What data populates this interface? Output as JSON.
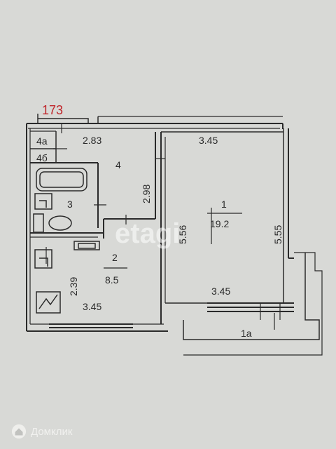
{
  "plan": {
    "apartment_number": "173",
    "watermark": "etagi",
    "rooms": {
      "room1": {
        "number": "1",
        "area": "19.2"
      },
      "room2": {
        "number": "2",
        "area": "8.5"
      },
      "room3": {
        "number": "3"
      },
      "room4": {
        "number": "4"
      },
      "room4a": {
        "number": "4а"
      },
      "room4b": {
        "number": "4б"
      },
      "room1a": {
        "number": "1а"
      }
    },
    "dimensions": {
      "room4_width": "2.83",
      "room4_height": "2.98",
      "room1_top": "3.45",
      "room1_left": "5.56",
      "room1_right": "5.55",
      "room1_bottom": "3.45",
      "room2_height": "2.39",
      "room2_width": "3.45"
    }
  },
  "footer": {
    "brand": "Домклик",
    "brand_icon": "house-logo-icon"
  },
  "colors": {
    "background": "#d8d9d6",
    "lines": "#2a2a2a",
    "apartment_number": "#c0262b"
  }
}
